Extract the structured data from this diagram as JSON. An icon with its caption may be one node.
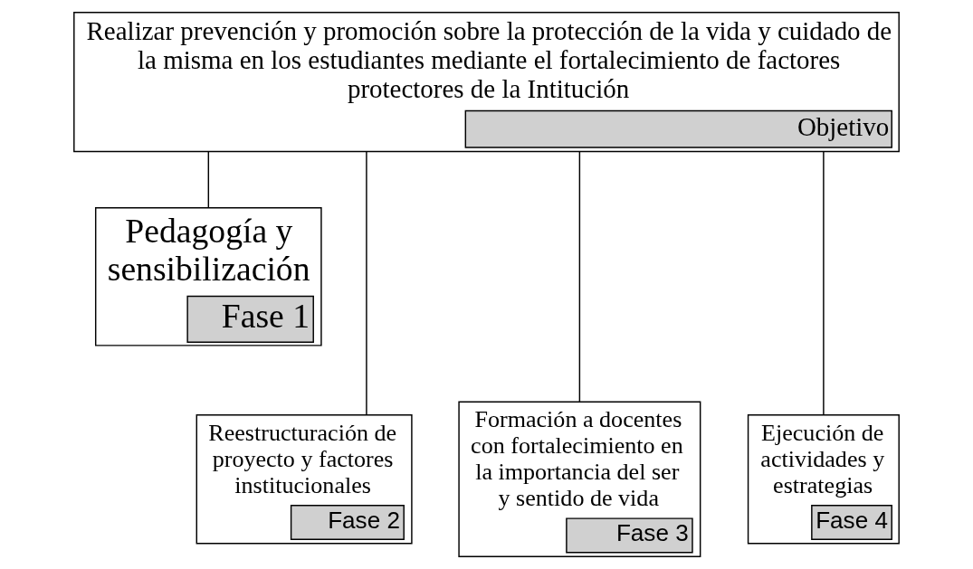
{
  "diagram": {
    "nodes": [
      {
        "text": [
          "Realizar prevención y promoción sobre la protección de la vida y cuidado de la misma en los estudiantes mediante el fortalecimiento de factores protectores de la Intitución",
          "Objetivo"
        ]
      },
      {
        "text": [
          "Pedagogía y sensibilización",
          "Fase 1"
        ]
      },
      {
        "text": [
          "Reestructuración de proyecto y factores institucionales",
          "Fase 2"
        ]
      },
      {
        "text": [
          "Formación a docentes con fortalecimiento en la importancia del ser y sentido de vida",
          "Fase 3"
        ]
      },
      {
        "text": [
          "Ejecución de actividades y estrategias",
          "Fase 4"
        ]
      }
    ],
    "edges": [
      {
        "from": 0,
        "to": 1,
        "arrow": "none"
      },
      {
        "from": 0,
        "to": 2,
        "arrow": "none"
      },
      {
        "from": 0,
        "to": 3,
        "arrow": "none"
      },
      {
        "from": 0,
        "to": 4,
        "arrow": "none"
      }
    ]
  }
}
